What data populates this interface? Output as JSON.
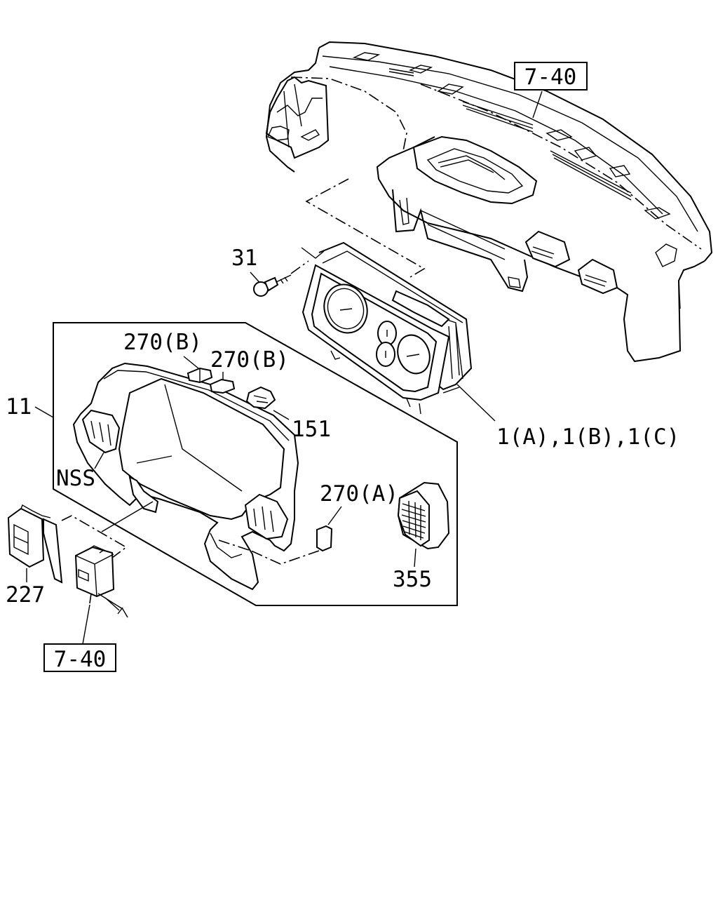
{
  "diagram": {
    "callouts": {
      "ref_top": "7-40",
      "ref_bottom": "7-40",
      "screw": "31",
      "label_270b_1": "270(B)",
      "label_270b_2": "270(B)",
      "panel": "11",
      "clip": "151",
      "cluster": "1(A),1(B),1(C)",
      "nss": "NSS",
      "label_270a": "270(A)",
      "switch": "227",
      "vent": "355"
    },
    "components": [
      "dashboard-body",
      "instrument-cluster",
      "cluster-bezel-panel",
      "screw",
      "pad-270b",
      "clip-151",
      "pad-270a",
      "air-vent-355",
      "switch-227",
      "connector-block"
    ]
  }
}
